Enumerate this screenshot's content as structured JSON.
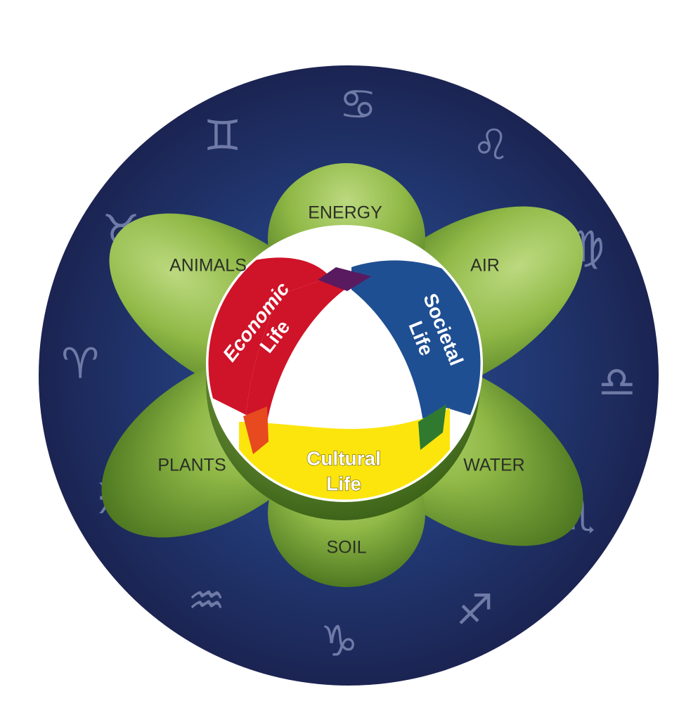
{
  "colors": {
    "disk": "#1f2a5a",
    "disk_center": "#24407e",
    "petal": "#8db543",
    "petal_light": "#b7d57a",
    "petal_dark": "#4f7a22",
    "economic": "#cf1328",
    "societal": "#1f4f93",
    "cultural": "#fce50d",
    "zodiac": "#6f7aa6"
  },
  "zodiac": {
    "glyphs": [
      {
        "name": "cancer-icon",
        "glyph": "♋"
      },
      {
        "name": "leo-icon",
        "glyph": "♌"
      },
      {
        "name": "virgo-icon",
        "glyph": "♍"
      },
      {
        "name": "libra-icon",
        "glyph": "♎"
      },
      {
        "name": "scorpio-icon",
        "glyph": "♏"
      },
      {
        "name": "sagittarius-icon",
        "glyph": "♐"
      },
      {
        "name": "capricorn-icon",
        "glyph": "♑"
      },
      {
        "name": "aquarius-icon",
        "glyph": "♒"
      },
      {
        "name": "pisces-icon",
        "glyph": "♓"
      },
      {
        "name": "aries-icon",
        "glyph": "♈"
      },
      {
        "name": "taurus-icon",
        "glyph": "♉"
      },
      {
        "name": "gemini-icon",
        "glyph": "♊"
      }
    ]
  },
  "petals": {
    "energy": "ENERGY",
    "air": "AIR",
    "water": "WATER",
    "soil": "SOIL",
    "plants": "PLANTS",
    "animals": "ANIMALS"
  },
  "spheres": {
    "economic": {
      "line1": "Economic",
      "line2": "Life"
    },
    "societal": {
      "line1": "Societal",
      "line2": "Life"
    },
    "cultural": {
      "line1": "Cultural",
      "line2": "Life"
    }
  }
}
